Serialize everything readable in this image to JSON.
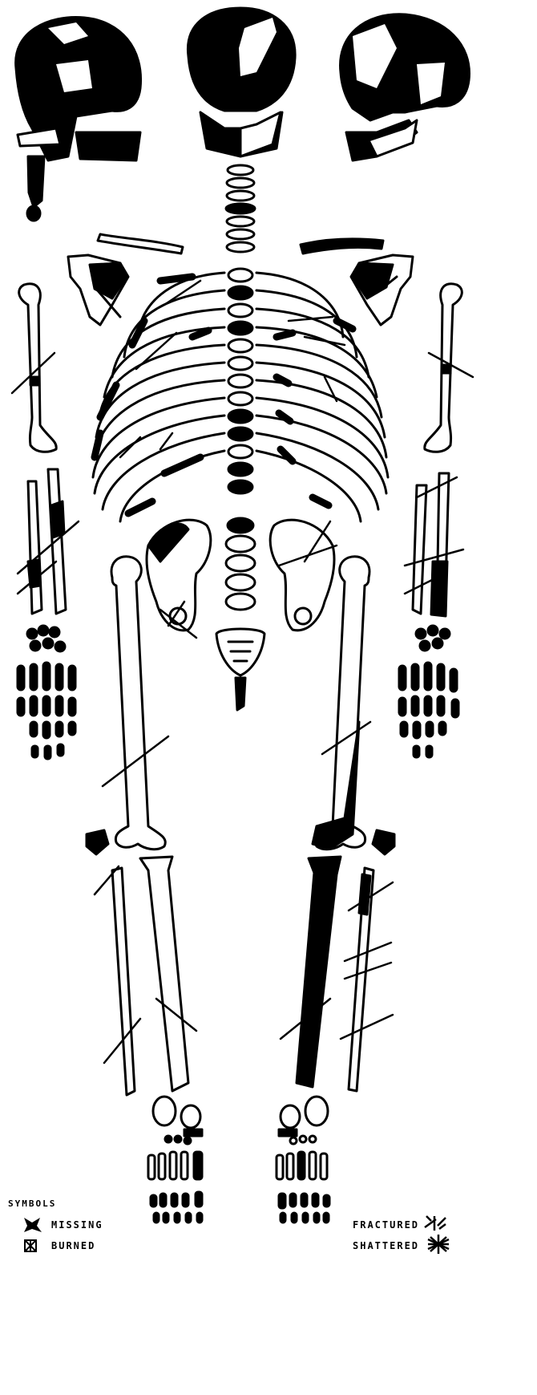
{
  "legend": {
    "title": "SYMBOLS",
    "missing_label": "MISSING",
    "burned_label": "BURNED",
    "fractured_label": "FRACTURED",
    "shattered_label": "SHATTERED"
  },
  "colors": {
    "ink": "#000000",
    "paper": "#ffffff"
  },
  "icons": [
    "missing-symbol-icon",
    "burned-symbol-icon",
    "fractured-symbol-icon",
    "shattered-symbol-icon"
  ]
}
